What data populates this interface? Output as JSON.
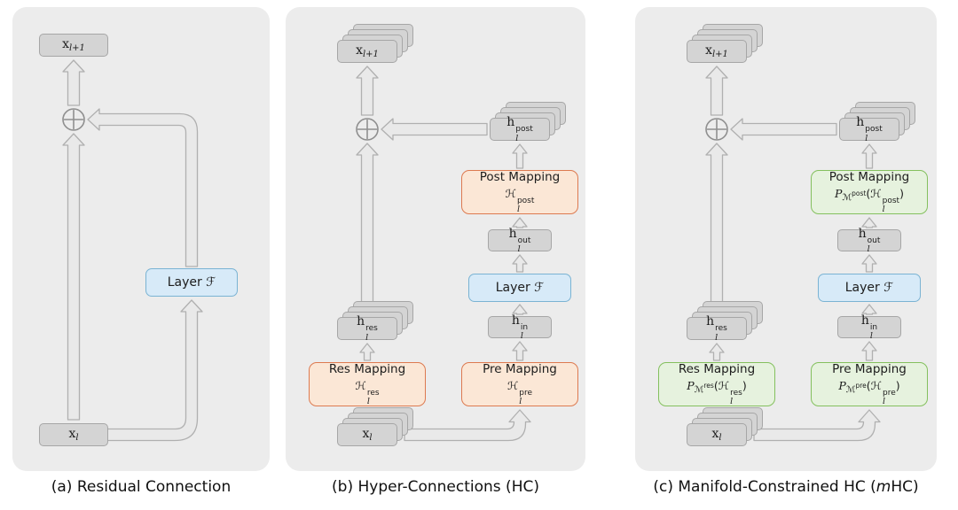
{
  "colors": {
    "panel_bg": "#ececec",
    "box_gray": "#d4d4d4",
    "box_gray_border": "#a6a6a6",
    "box_blue_fill": "#d7eaf8",
    "box_blue_border": "#7ab3d3",
    "box_orange_fill": "#fbe7d6",
    "box_orange_border": "#dd7a50",
    "box_green_fill": "#e6f2de",
    "box_green_border": "#84c05e",
    "arrow_fill": "#e9e9e9",
    "arrow_stroke": "#b0b0b0",
    "oplus_stroke": "#8f8f8f",
    "text_dark": "#1c1c1c"
  },
  "panel_a": {
    "caption": {
      "prefix": "(a) Residual Connection",
      "emph": "",
      "suffix": ""
    },
    "x_next": [
      {
        "t": "x",
        "c": "rm"
      },
      {
        "sub": "l+1"
      }
    ],
    "x_in": [
      {
        "t": "x",
        "c": "rm"
      },
      {
        "sub": "l"
      }
    ],
    "layer_label": "Layer ℱ"
  },
  "panel_b": {
    "caption": {
      "prefix": "(b) Hyper-Connections (HC)",
      "emph": "",
      "suffix": ""
    },
    "x_next": [
      {
        "t": "x",
        "c": "rm"
      },
      {
        "sub": "l+1"
      }
    ],
    "x_in": [
      {
        "t": "x",
        "c": "rm"
      },
      {
        "sub": "l"
      }
    ],
    "h_res": [
      {
        "t": "h",
        "c": "rm"
      },
      {
        "sub": "l",
        "sup": "res"
      }
    ],
    "h_post": [
      {
        "t": "h",
        "c": "rm"
      },
      {
        "sub": "l",
        "sup": "post"
      }
    ],
    "h_out": [
      {
        "t": "h",
        "c": "rm"
      },
      {
        "sub": "l",
        "sup": "out"
      }
    ],
    "h_in": [
      {
        "t": "h",
        "c": "rm"
      },
      {
        "sub": "l",
        "sup": "in"
      }
    ],
    "layer_label": "Layer ℱ",
    "res_mapping": {
      "title": "Res Mapping",
      "formula": [
        {
          "t": "ℋ"
        },
        {
          "sub": "l",
          "sup": "res"
        }
      ]
    },
    "pre_mapping": {
      "title": "Pre Mapping",
      "formula": [
        {
          "t": "ℋ"
        },
        {
          "sub": "l",
          "sup": "pre"
        }
      ]
    },
    "post_mapping": {
      "title": "Post Mapping",
      "formula": [
        {
          "t": "ℋ"
        },
        {
          "sub": "l",
          "sup": "post"
        }
      ]
    }
  },
  "panel_c": {
    "caption": {
      "prefix": "(c) Manifold-Constrained HC (",
      "emph": "m",
      "suffix": "HC)"
    },
    "x_next": [
      {
        "t": "x",
        "c": "rm"
      },
      {
        "sub": "l+1"
      }
    ],
    "x_in": [
      {
        "t": "x",
        "c": "rm"
      },
      {
        "sub": "l"
      }
    ],
    "h_res": [
      {
        "t": "h",
        "c": "rm"
      },
      {
        "sub": "l",
        "sup": "res"
      }
    ],
    "h_post": [
      {
        "t": "h",
        "c": "rm"
      },
      {
        "sub": "l",
        "sup": "post"
      }
    ],
    "h_out": [
      {
        "t": "h",
        "c": "rm"
      },
      {
        "sub": "l",
        "sup": "out"
      }
    ],
    "h_in": [
      {
        "t": "h",
        "c": "rm"
      },
      {
        "sub": "l",
        "sup": "in"
      }
    ],
    "layer_label": "Layer ℱ",
    "res_mapping": {
      "title": "Res Mapping",
      "formula": [
        {
          "t": "P",
          "c": "scr"
        },
        {
          "sub": "ℳ",
          "ssup": "res"
        },
        {
          "t": "("
        },
        {
          "t": "ℋ"
        },
        {
          "sub": "l",
          "sup": "res"
        },
        {
          "t": ")"
        }
      ]
    },
    "pre_mapping": {
      "title": "Pre Mapping",
      "formula": [
        {
          "t": "P",
          "c": "scr"
        },
        {
          "sub": "ℳ",
          "ssup": "pre"
        },
        {
          "t": "("
        },
        {
          "t": "ℋ"
        },
        {
          "sub": "l",
          "sup": "pre"
        },
        {
          "t": ")"
        }
      ]
    },
    "post_mapping": {
      "title": "Post Mapping",
      "formula": [
        {
          "t": "P",
          "c": "scr"
        },
        {
          "sub": "ℳ",
          "ssup": "post"
        },
        {
          "t": "("
        },
        {
          "t": "ℋ"
        },
        {
          "sub": "l",
          "sup": "post"
        },
        {
          "t": ")"
        }
      ]
    }
  }
}
